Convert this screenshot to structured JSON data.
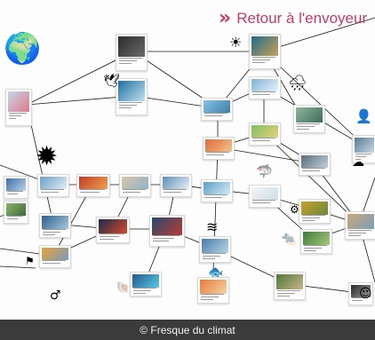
{
  "back_link": {
    "label": "Retour à l'envoyeur",
    "color": "#c23b6a"
  },
  "footer": {
    "credit": "© Fresque du climat"
  },
  "icons": [
    "globe-icon",
    "sun-icon",
    "rain-cloud-icon",
    "gingerbread-figure-icon",
    "virus-icon",
    "shark-icon",
    "bird-icon",
    "storm-icon",
    "wind-icon",
    "rat-icon",
    "fish-icon",
    "human-figure-icon",
    "bacteria-icon",
    "shell-icon",
    "ocean-icon",
    "smiley-icon"
  ],
  "card_images": [
    "dark-cave",
    "tropical-sea",
    "waterfall",
    "rocky-coast",
    "city-flood",
    "sunset-sea",
    "sea-ice",
    "red-sky",
    "desert",
    "lake",
    "flooded-field",
    "coral",
    "glacier",
    "jungle",
    "rain-scene",
    "polar-ice",
    "sea-surface",
    "cracked-earth",
    "forest",
    "ocean-mountain",
    "moon-sky",
    "coral-pink",
    "sunrise",
    "ice-blue",
    "fish-tank",
    "leafy-scene",
    "wildfire",
    "green-field",
    "teal-wave",
    "sand",
    "grass",
    "mountain-lake"
  ]
}
